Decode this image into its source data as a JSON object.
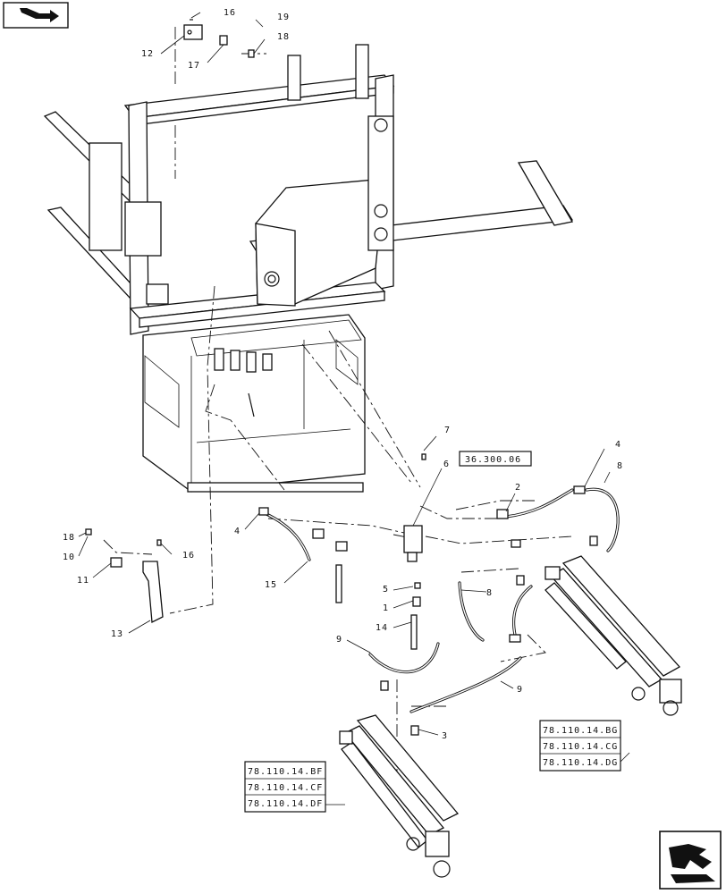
{
  "callouts": {
    "c1": "1",
    "c2": "2",
    "c3": "3",
    "c4a": "4",
    "c4b": "4",
    "c5": "5",
    "c6": "6",
    "c7": "7",
    "c8a": "8",
    "c8b": "8",
    "c9a": "9",
    "c9b": "9",
    "c10": "10",
    "c11": "11",
    "c12": "12",
    "c13": "13",
    "c14": "14",
    "c15": "15",
    "c16a": "16",
    "c16b": "16",
    "c17": "17",
    "c18a": "18",
    "c18b": "18",
    "c19": "19"
  },
  "refs": {
    "top_ref": "36.300.06",
    "left_group": [
      "78.110.14.BF",
      "78.110.14.CF",
      "78.110.14.DF"
    ],
    "right_group": [
      "78.110.14.BG",
      "78.110.14.CG",
      "78.110.14.DG"
    ]
  },
  "icons": {
    "top_left": "navigate-arrow-icon",
    "bottom_right": "next-page-arrow-icon"
  }
}
